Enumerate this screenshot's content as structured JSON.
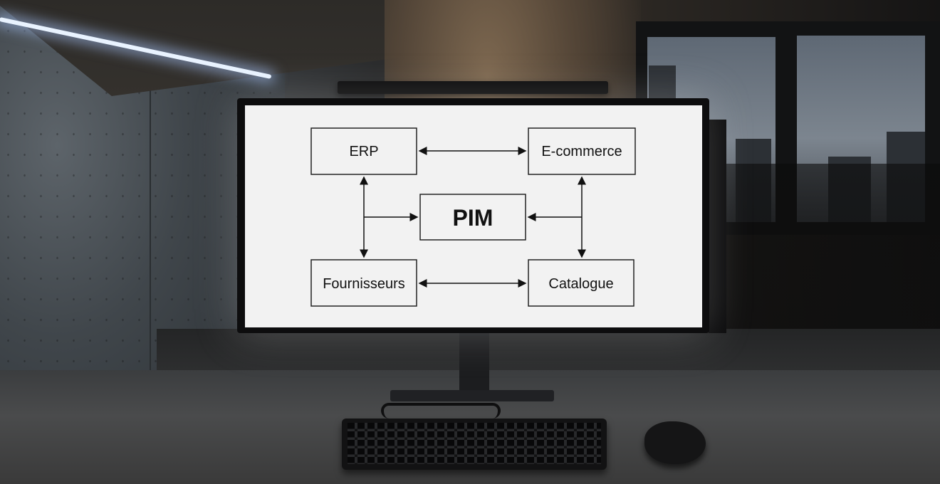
{
  "scene": {
    "description_hidden": ""
  },
  "diagram": {
    "nodes": {
      "erp": "ERP",
      "ecommerce": "E-commerce",
      "pim": "PIM",
      "fournisseurs": "Fournisseurs",
      "catalogue": "Catalogue"
    }
  },
  "colors": {
    "screen_bg": "#f2f2f2",
    "box_stroke": "#222222",
    "text": "#111111"
  }
}
